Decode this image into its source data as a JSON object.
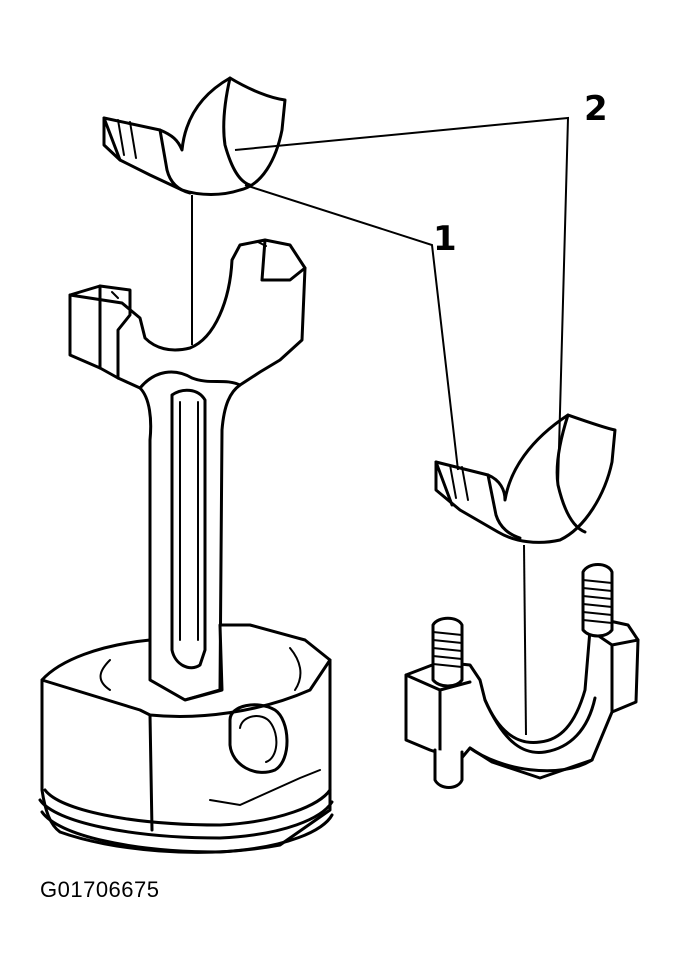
{
  "callouts": {
    "one": "1",
    "two": "2"
  },
  "figure_id": "G01706675",
  "colors": {
    "ink": "#000000",
    "paper": "#ffffff"
  }
}
